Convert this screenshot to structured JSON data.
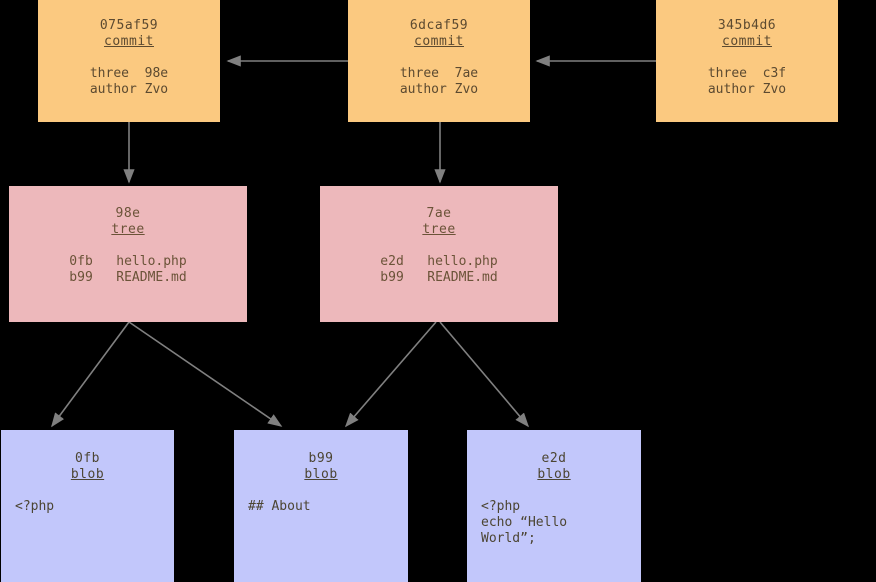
{
  "diagram": {
    "title": "git object model graph",
    "palette": {
      "background": "#000000",
      "commit_fill": "#fbc980",
      "commit_text": "#5c4a30",
      "tree_fill": "#edb8bb",
      "tree_text": "#6b5338",
      "blob_fill": "#c2c7fb",
      "blob_text": "#4c4533",
      "edge": "#808080"
    },
    "commits": [
      {
        "id": "075af59",
        "type": "commit",
        "body": "three  98e\nauthor Zvo",
        "lines": [
          "three  98e",
          "author Zvo"
        ]
      },
      {
        "id": "6dcaf59",
        "type": "commit",
        "body": "three  7ae\nauthor Zvo",
        "lines": [
          "three  7ae",
          "author Zvo"
        ]
      },
      {
        "id": "345b4d6",
        "type": "commit",
        "body": "three  c3f\nauthor Zvo",
        "lines": [
          "three  c3f",
          "author Zvo"
        ]
      }
    ],
    "trees": [
      {
        "id": "98e",
        "type": "tree",
        "body": "0fb   hello.php\nb99   README.md",
        "entries": [
          {
            "hash": "0fb",
            "name": "hello.php"
          },
          {
            "hash": "b99",
            "name": "README.md"
          }
        ]
      },
      {
        "id": "7ae",
        "type": "tree",
        "body": "e2d   hello.php\nb99   README.md",
        "entries": [
          {
            "hash": "e2d",
            "name": "hello.php"
          },
          {
            "hash": "b99",
            "name": "README.md"
          }
        ]
      }
    ],
    "blobs": [
      {
        "id": "0fb",
        "type": "blob",
        "body": "<?php"
      },
      {
        "id": "b99",
        "type": "blob",
        "body": "## About"
      },
      {
        "id": "e2d",
        "type": "blob",
        "body": "<?php\necho “Hello\nWorld”;"
      }
    ],
    "edges": [
      {
        "name": "edge-6dcaf59-to-075af59",
        "kind": "parent"
      },
      {
        "name": "edge-345b4d6-to-6dcaf59",
        "kind": "parent"
      },
      {
        "name": "edge-075af59-to-tree-98e",
        "kind": "tree-ref"
      },
      {
        "name": "edge-6dcaf59-to-tree-7ae",
        "kind": "tree-ref"
      },
      {
        "name": "edge-tree-98e-to-blob-0fb",
        "kind": "blob-ref"
      },
      {
        "name": "edge-tree-98e-to-blob-b99",
        "kind": "blob-ref"
      },
      {
        "name": "edge-tree-7ae-to-blob-b99",
        "kind": "blob-ref"
      },
      {
        "name": "edge-tree-7ae-to-blob-e2d",
        "kind": "blob-ref"
      }
    ]
  }
}
